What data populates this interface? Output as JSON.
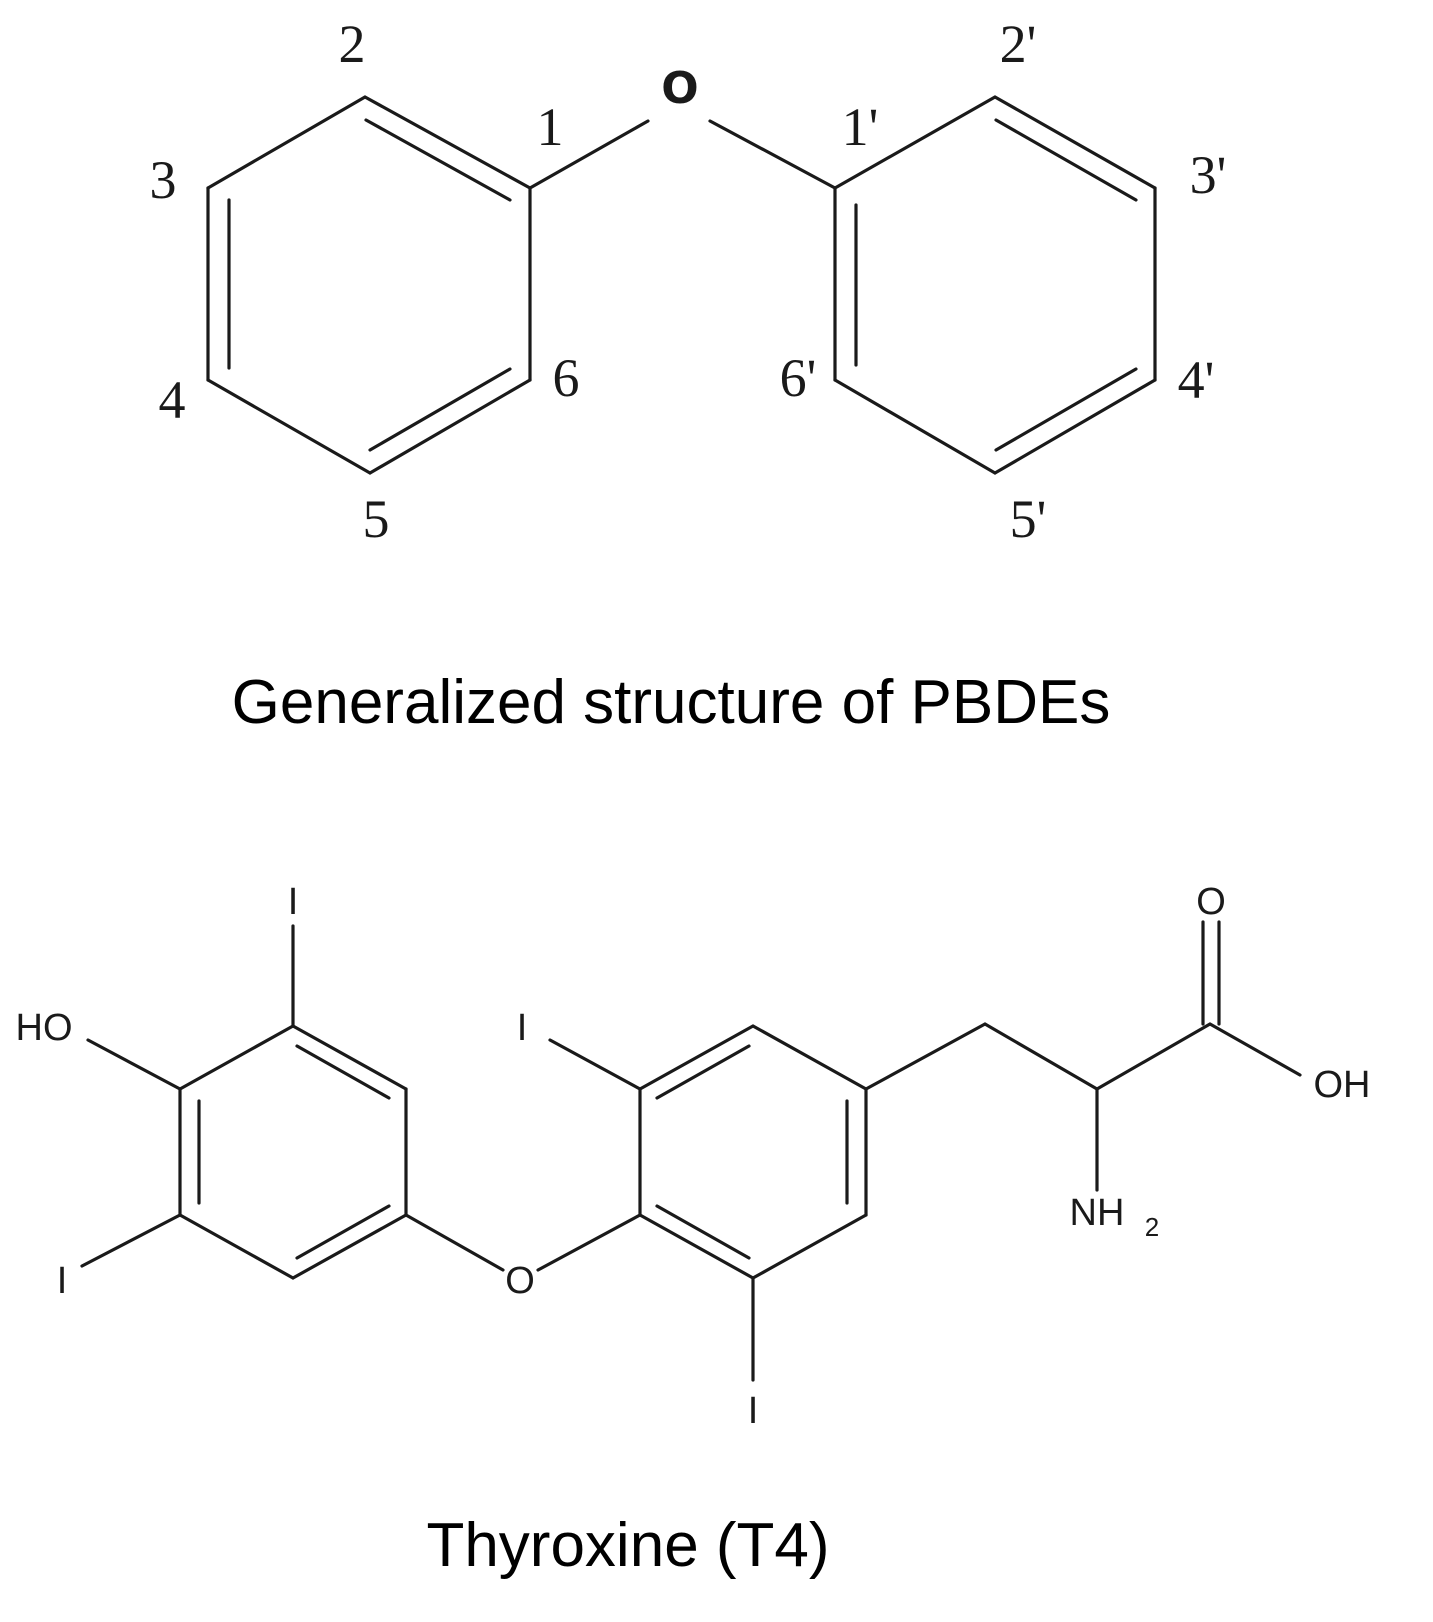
{
  "pbde": {
    "oxygen": "O",
    "positions": {
      "p1": "1",
      "p2": "2",
      "p3": "3",
      "p4": "4",
      "p5": "5",
      "p6": "6",
      "q1": "1'",
      "q2": "2'",
      "q3": "3'",
      "q4": "4'",
      "q5": "5'",
      "q6": "6'"
    },
    "caption": "Generalized structure of PBDEs"
  },
  "thyroxine": {
    "atoms": {
      "ho": "HO",
      "i_top_left": "I",
      "i_bottom_left": "I",
      "o_bridge": "O",
      "i_top_right": "I",
      "i_bottom_right": "I",
      "o_carbonyl": "O",
      "oh": "OH",
      "nh": "NH",
      "nh_sub": "2"
    },
    "caption": "Thyroxine (T4)"
  }
}
